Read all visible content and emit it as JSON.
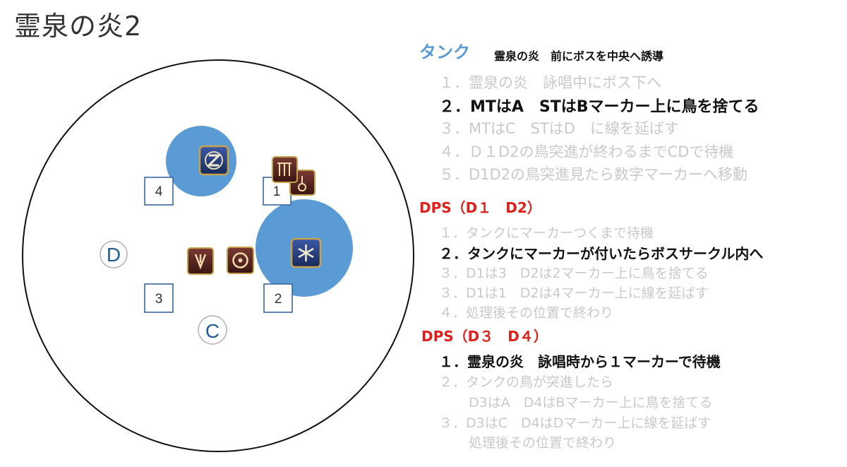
{
  "title": "霊泉の炎2",
  "arena": {
    "aoe_color": "#5b9bd5",
    "markers": [
      "1",
      "2",
      "3",
      "4"
    ],
    "waymarks": [
      "D",
      "C"
    ],
    "waymark_color": "#1f5f99",
    "icons": [
      "tank-job-icon-z",
      "tank-job-icon-dark",
      "tank-job-icon-bars",
      "melee-job-icon-arrow",
      "healer-job-icon-ring",
      "healer-job-icon-star"
    ]
  },
  "tank": {
    "label": "タンク",
    "note": "霊泉の炎　前にボスを中央へ誘導",
    "steps": [
      "１．霊泉の炎　詠唱中にボス下へ",
      "２．MTはA　STはBマーカー上に鳥を捨てる",
      "３．MTはC　STはD　に線を延ばす",
      "４．Ｄ１D2の鳥突進が終わるまでCDで待機",
      "５．D1D2の鳥突進見たら数字マーカーへ移動"
    ]
  },
  "dps12": {
    "label": "DPS（D１　D2）",
    "steps": [
      "１．タンクにマーカーつくまで待機",
      "２．タンクにマーカーが付いたらボスサークル内へ",
      "３．D1は3　D2は2マーカー上に鳥を捨てる",
      "３．D1は1　D2は4マーカー上に線を延ばす",
      "４．処理後その位置で終わり"
    ]
  },
  "dps34": {
    "label": "DPS（D３　D４）",
    "steps": [
      "１．霊泉の炎　詠唱時から１マーカーで待機",
      "２．タンクの鳥が突進したら",
      "D3はA　D4はBマーカー上に鳥を捨てる",
      "３．D3はC　D4はDマーカー上に線を延ばす",
      "処理後その位置で終わり"
    ]
  }
}
